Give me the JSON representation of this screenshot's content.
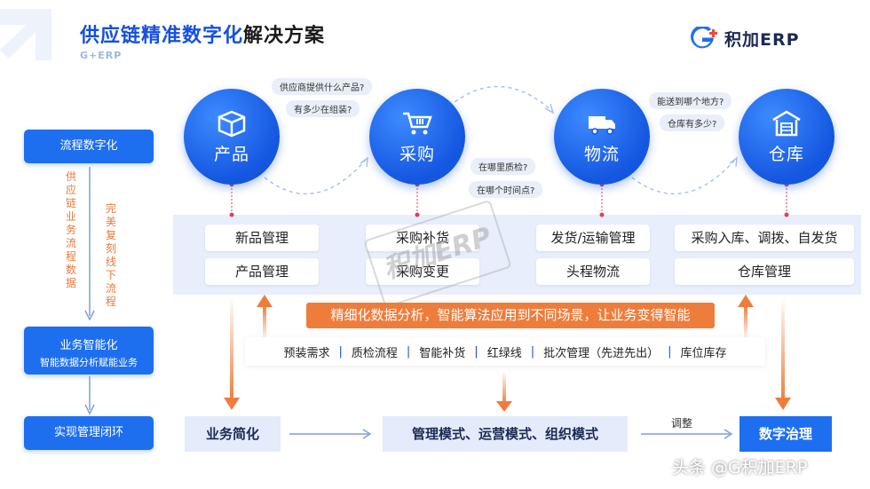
{
  "header": {
    "title_blue": "供应链精准数字化",
    "title_dark": "解决方案",
    "subbrand": "G+ERP",
    "logo_text": "积加ERP"
  },
  "left_column": {
    "step1": "流程数字化",
    "vertical_text_1": "供应链业务流程数据",
    "vertical_text_2": "完美复刻线下流程",
    "step2_title": "业务智能化",
    "step2_sub": "智能数据分析赋能业务",
    "step3": "实现管理闭环"
  },
  "stages": [
    {
      "label": "产品",
      "icon": "box-icon"
    },
    {
      "label": "采购",
      "icon": "cart-icon"
    },
    {
      "label": "物流",
      "icon": "truck-icon"
    },
    {
      "label": "仓库",
      "icon": "warehouse-icon"
    }
  ],
  "questions": {
    "q1": "供应商提供什么产品?",
    "q2": "有多少在组装?",
    "q3": "在哪里质检?",
    "q4": "在哪个时间点?",
    "q5": "能送到哪个地方?",
    "q6": "仓库有多少?"
  },
  "modules": {
    "product": [
      "新品管理",
      "产品管理"
    ],
    "purchase": [
      "采购补货",
      "采购变更"
    ],
    "logistics": [
      "发货/运输管理",
      "头程物流"
    ],
    "warehouse": [
      "采购入库、调拨、自发货",
      "仓库管理"
    ]
  },
  "smart_banner": "精细化数据分析，智能算法应用到不同场景，让业务变得智能",
  "features": [
    "预装需求",
    "质检流程",
    "智能补货",
    "红绿线",
    "批次管理（先进先出）",
    "库位库存"
  ],
  "feature_separator": "|",
  "bottom": {
    "simplify": "业务简化",
    "modes": "管理模式、运营模式、组织模式",
    "adjust": "调整",
    "governance": "数字治理"
  },
  "watermark_text": "积加ERP",
  "credit": "头条 @G积加ERP",
  "colors": {
    "primary_blue": "#1e6ff0",
    "orange": "#ee7d3c",
    "band": "#e8eefc"
  }
}
